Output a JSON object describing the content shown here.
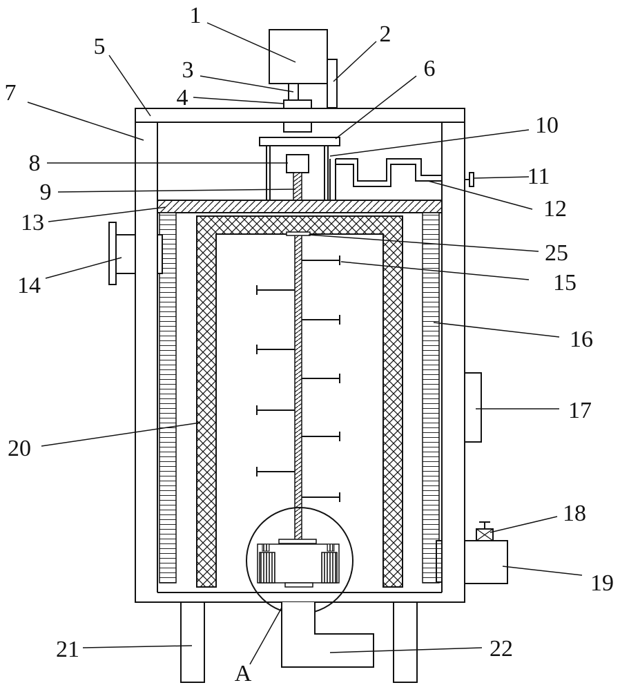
{
  "diagram": {
    "callouts": [
      "1",
      "2",
      "3",
      "4",
      "5",
      "6",
      "7",
      "8",
      "9",
      "10",
      "11",
      "12",
      "13",
      "14",
      "15",
      "16",
      "17",
      "18",
      "19",
      "20",
      "21",
      "22",
      "25",
      "A"
    ]
  }
}
